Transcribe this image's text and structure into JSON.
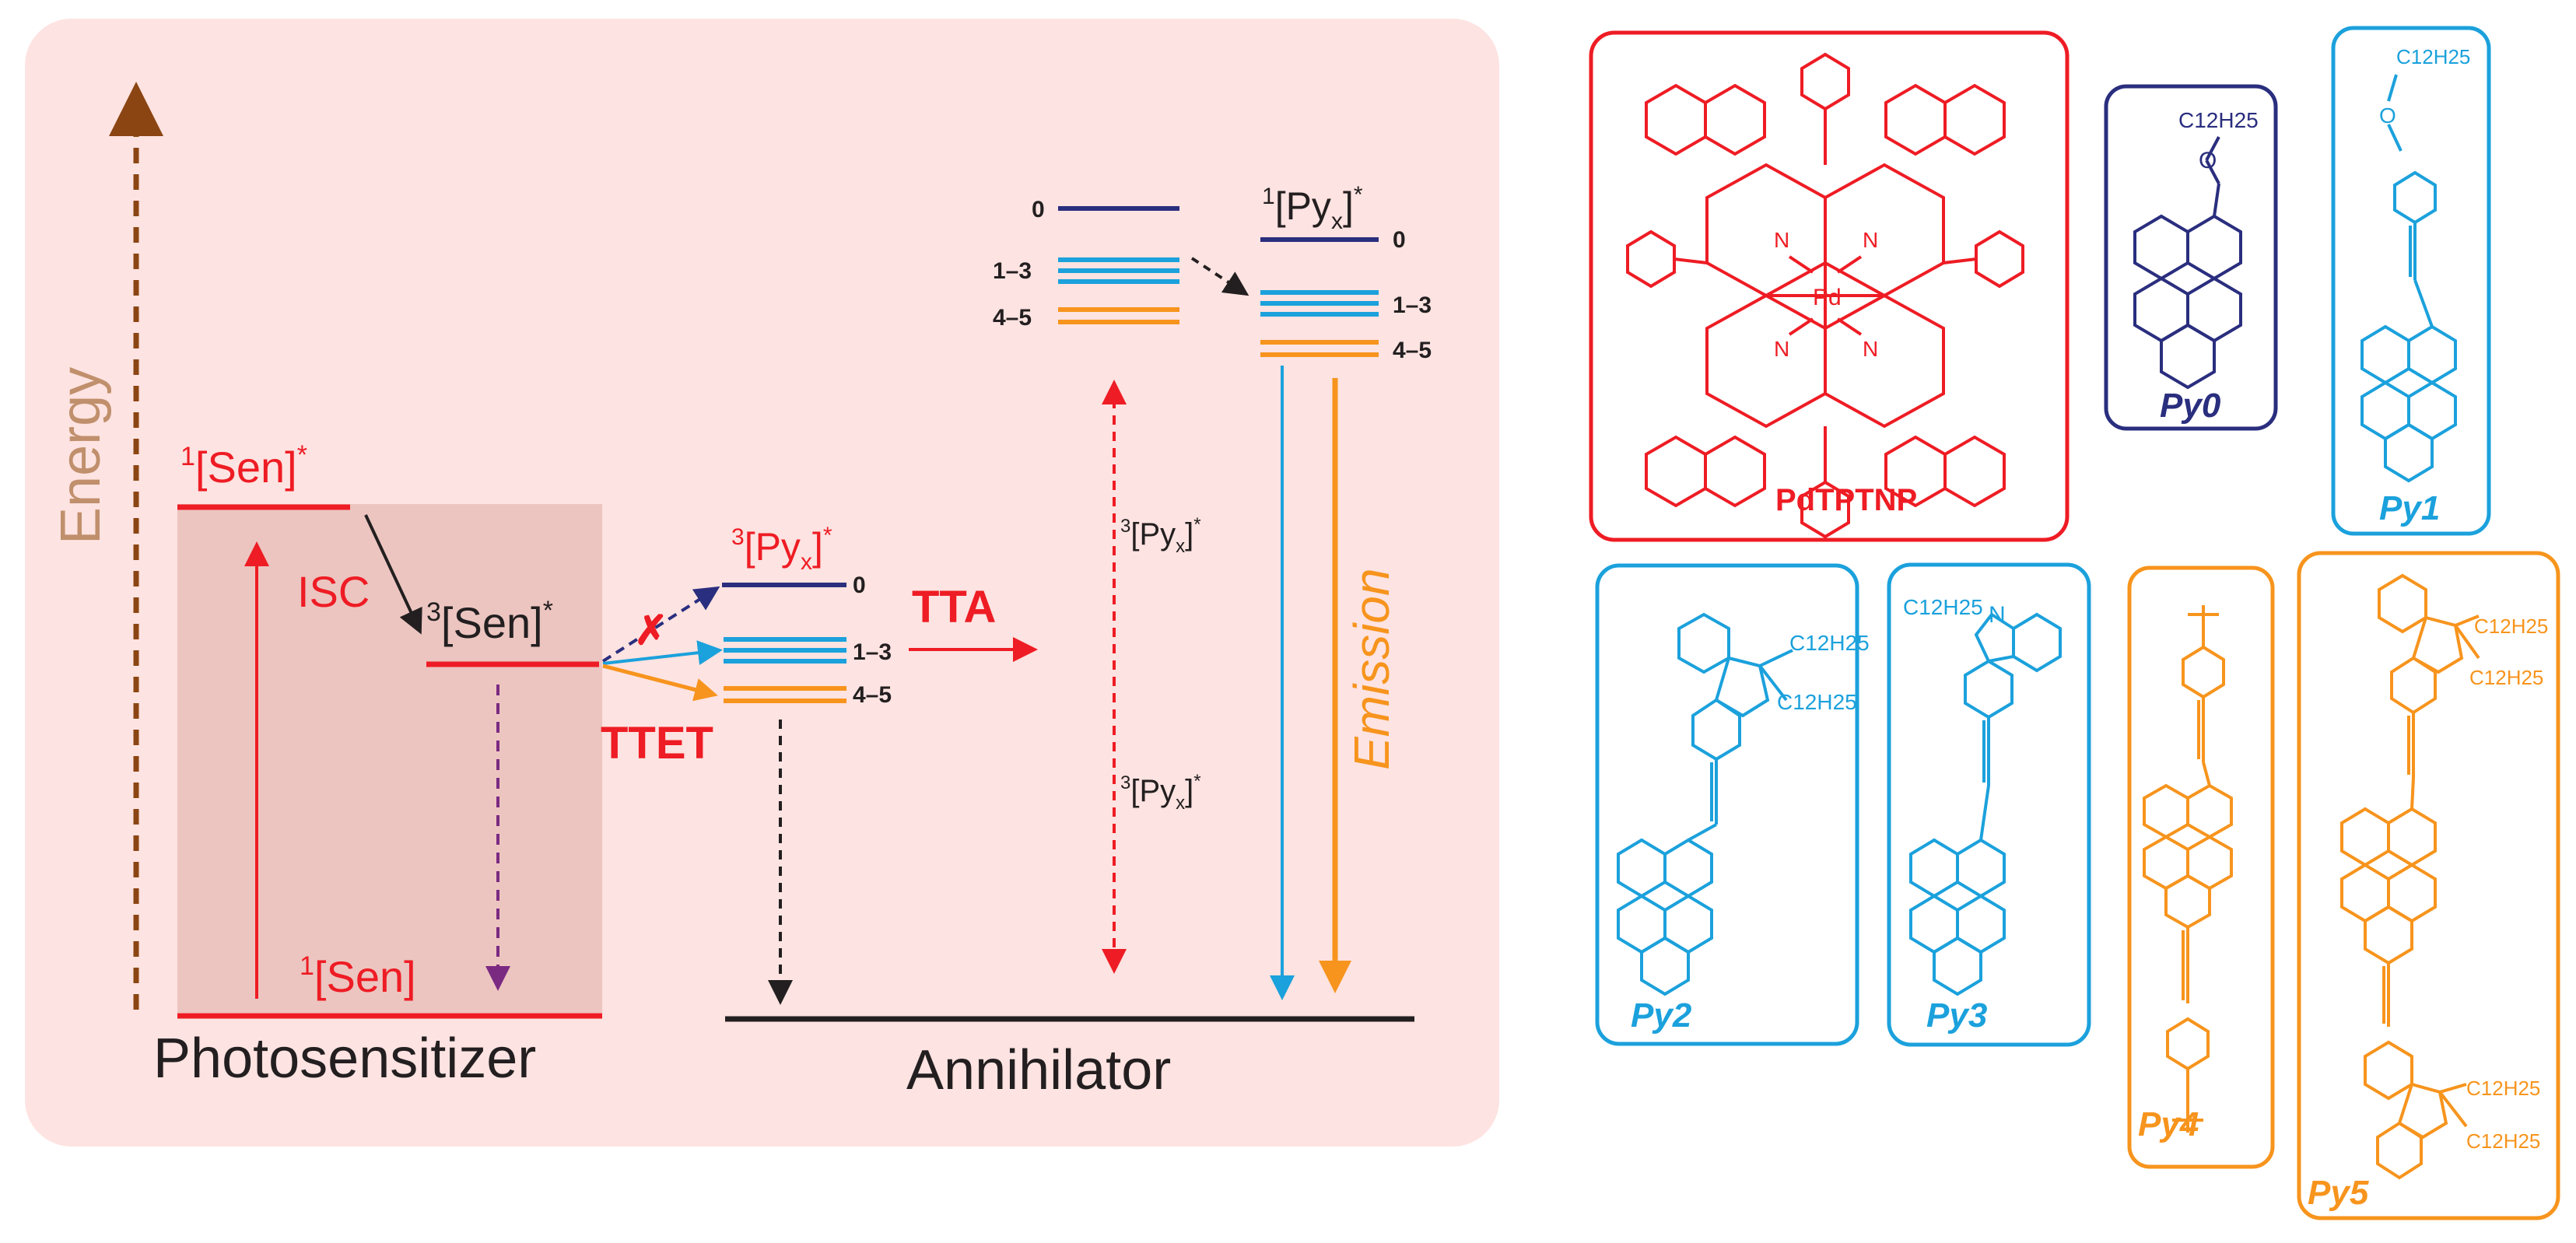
{
  "colors": {
    "panel_bg": "#fde3e1",
    "shaded_bg": "#ecc5c0",
    "sensitizer_red": "#ee1c24",
    "dark_navy": "#2a2e7e",
    "cyan_blue": "#1ba1dc",
    "orange": "#f7941d",
    "brown": "#8b4513",
    "purple": "#7b2a82",
    "black": "#231f20",
    "energy_label": "#c08f6c"
  },
  "diagram": {
    "energy_label": "Energy",
    "sen_s1": {
      "pre": "1",
      "main": "[Sen]",
      "post": "*"
    },
    "sen_t1": {
      "pre": "3",
      "main": "[Sen]",
      "post": "*"
    },
    "sen_s0": {
      "pre": "1",
      "main": "[Sen]"
    },
    "isc": "ISC",
    "photosensitizer": "Photosensitizer",
    "annihilator": "Annihilator",
    "ttet": "TTET",
    "tta": "TTA",
    "emission": "Emission",
    "block_mark": "✗",
    "py_t1": {
      "pre": "3",
      "main": "[Py",
      "sub": "x",
      "close": "]",
      "post": "*"
    },
    "py_t1_mid_a": {
      "pre": "3",
      "main": "[Py",
      "sub": "x",
      "close": "]",
      "post": "*"
    },
    "py_t1_mid_b": {
      "pre": "3",
      "main": "[Py",
      "sub": "x",
      "close": "]",
      "post": "*"
    },
    "py_s1": {
      "pre": "1",
      "main": "[Py",
      "sub": "x",
      "close": "]",
      "post": "*"
    },
    "level_labels": {
      "t_zero": "0",
      "t_one_three": "1–3",
      "t_four_five": "4–5",
      "tl_zero": "0",
      "tl_one_three": "1–3",
      "tl_four_five": "4–5",
      "s_zero": "0",
      "s_one_three": "1–3",
      "s_four_five": "4–5"
    }
  },
  "molecules": {
    "pdtptnp": {
      "name": "PdTPTNP",
      "center_atom": "Pd",
      "n_atom": "N"
    },
    "py0": {
      "name": "Py0",
      "substituent": "C12H25"
    },
    "py1": {
      "name": "Py1",
      "substituent": "C12H25"
    },
    "py2": {
      "name": "Py2",
      "substituent_a": "C12H25",
      "substituent_b": "C12H25"
    },
    "py3": {
      "name": "Py3",
      "substituent": "C12H25",
      "n_atom": "N"
    },
    "py4": {
      "name": "Py4"
    },
    "py5": {
      "name": "Py5",
      "substituent_a": "C12H25",
      "substituent_b": "C12H25"
    }
  }
}
